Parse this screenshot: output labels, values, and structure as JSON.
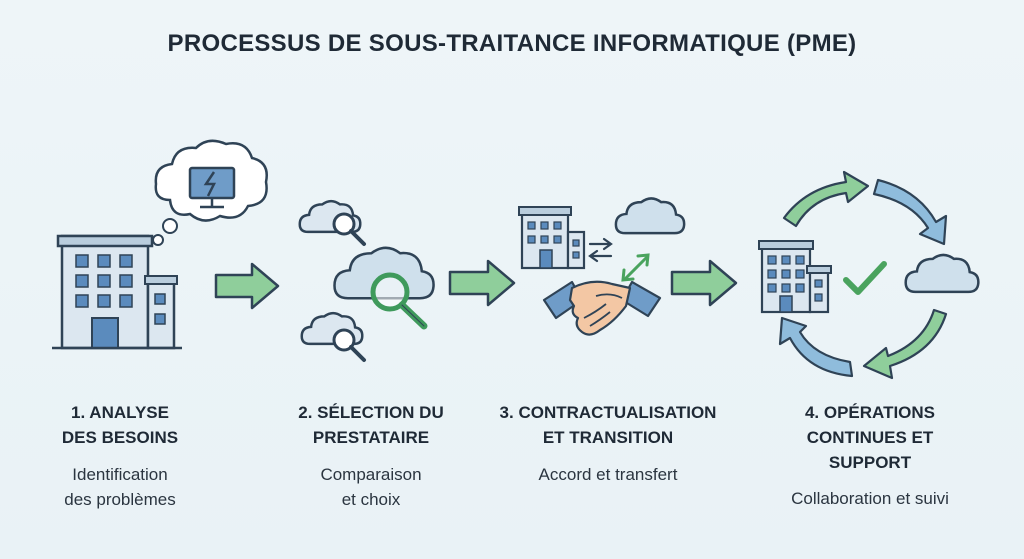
{
  "title": "PROCESSUS DE SOUS-TRAITANCE INFORMATIQUE (PME)",
  "steps": [
    {
      "title_lines": [
        "1. ANALYSE",
        "DES BESOINS"
      ],
      "desc_lines": [
        "Identification",
        "des problèmes"
      ]
    },
    {
      "title_lines": [
        "2. SÉLECTION DU",
        "PRESTATAIRE"
      ],
      "desc_lines": [
        "Comparaison",
        "et choix"
      ]
    },
    {
      "title_lines": [
        "3. CONTRACTUALISATION",
        "ET TRANSITION"
      ],
      "desc_lines": [
        "Accord et transfert"
      ]
    },
    {
      "title_lines": [
        "4. OPÉRATIONS",
        "CONTINUES ET",
        "SUPPORT"
      ],
      "desc_lines": [
        "Collaboration et suivi"
      ]
    }
  ],
  "icons": {
    "step1": [
      "office-building-icon",
      "thought-cloud-icon",
      "broken-monitor-icon"
    ],
    "step2": [
      "cloud-search-icon",
      "magnifier-icon"
    ],
    "step3": [
      "office-building-icon",
      "cloud-icon",
      "exchange-arrows-icon",
      "handshake-icon"
    ],
    "step4": [
      "office-building-icon",
      "cloud-icon",
      "checkmark-icon",
      "cycle-arrows-icon"
    ],
    "connectors": "right-arrow-icon"
  },
  "colors": {
    "arrow_green": "#8fce9b",
    "arrow_blue": "#8fbcdc",
    "building_fill": "#dce7f0",
    "window_blue": "#5b8bbd",
    "outline": "#2f4356",
    "magnifier_green": "#3f9a5c",
    "check_green": "#4aa35e"
  }
}
